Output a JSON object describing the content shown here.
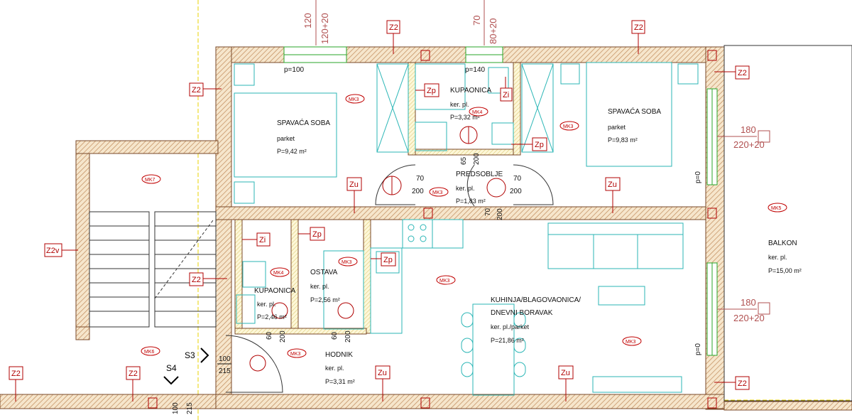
{
  "rooms": {
    "bed_left": {
      "name": "SPAVAĆA SOBA",
      "floor": "parket",
      "area": "P=9,42 m²"
    },
    "bath_top": {
      "name": "KUPAONICA",
      "floor": "ker. pl.",
      "area": "P=3,32 m²"
    },
    "bed_right": {
      "name": "SPAVAĆA SOBA",
      "floor": "parket",
      "area": "P=9,83 m²"
    },
    "hall_top": {
      "name": "PREDSOBLJE",
      "floor": "ker. pl.",
      "area": "P=1,83 m²"
    },
    "balcony": {
      "name": "BALKON",
      "floor": "ker. pl.",
      "area": "P=15,00 m²"
    },
    "bath_left": {
      "name": "KUPAONICA",
      "floor": "ker. pl.",
      "area": "P=2,46 m²"
    },
    "storage": {
      "name": "OSTAVA",
      "floor": "ker. pl.",
      "area": "P=2,56 m²"
    },
    "living": {
      "name": "KUHINJA/BLAGOVAONICA/",
      "name2": "DNEVNI BORAVAK",
      "floor": "ker. pl./parket",
      "area": "P=21,86 m²"
    },
    "hall_bottom": {
      "name": "HODNIK",
      "floor": "ker. pl.",
      "area": "P=3,31 m²"
    }
  },
  "tags": {
    "z2": "Z2",
    "zp": "Zp",
    "zi": "Zi",
    "zu": "Zu",
    "z2v": "Z2v"
  },
  "markers": {
    "mk3": "MK3",
    "mk4": "MK4",
    "mk5": "MK5",
    "mk6": "MK6",
    "mk7": "MK7"
  },
  "dimensions": {
    "win1_a": "120",
    "win1_b": "120+20",
    "win2_a": "70",
    "win2_b": "80+20",
    "p100": "p=100",
    "p140": "p=140",
    "p0": "p=0",
    "right_win_a": "180",
    "right_win_b": "220+20",
    "d70": "70",
    "d200": "200",
    "d65": "65",
    "d60": "60",
    "d100": "100",
    "d215": "215"
  },
  "sections": {
    "s3": "S3",
    "s4": "S4"
  }
}
